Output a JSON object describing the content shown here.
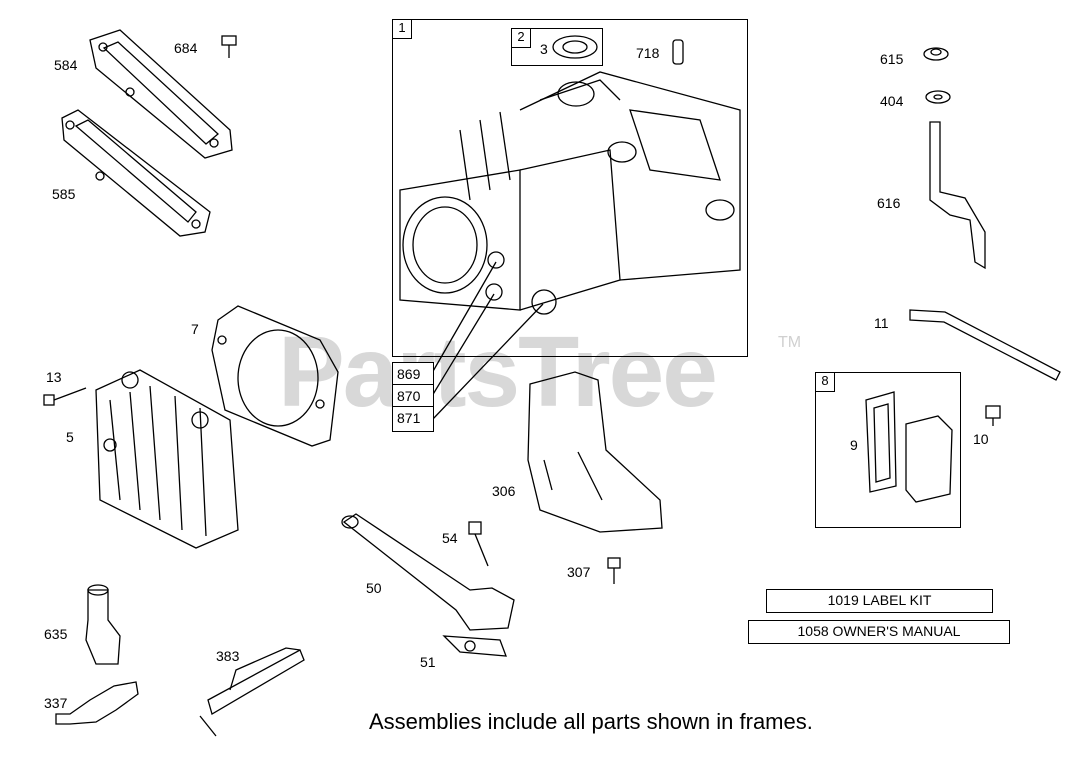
{
  "watermark": {
    "brand": "PartsTree",
    "trademark": "TM"
  },
  "frames": {
    "main_id": "1",
    "sub_id": "2",
    "breather_id": "8"
  },
  "labels": {
    "p584": "584",
    "p684": "684",
    "p585": "585",
    "p3": "3",
    "p718": "718",
    "p615": "615",
    "p404": "404",
    "p616": "616",
    "p11": "11",
    "p7": "7",
    "p13": "13",
    "p5": "5",
    "p9": "9",
    "p10": "10",
    "p306": "306",
    "p54": "54",
    "p307": "307",
    "p50": "50",
    "p51": "51",
    "p635": "635",
    "p383": "383",
    "p337": "337"
  },
  "callouts": [
    "869",
    "870",
    "871"
  ],
  "kits": {
    "label_kit": "1019 LABEL KIT",
    "owners_manual": "1058 OWNER'S MANUAL"
  },
  "footer": "Assemblies include all parts shown in frames."
}
